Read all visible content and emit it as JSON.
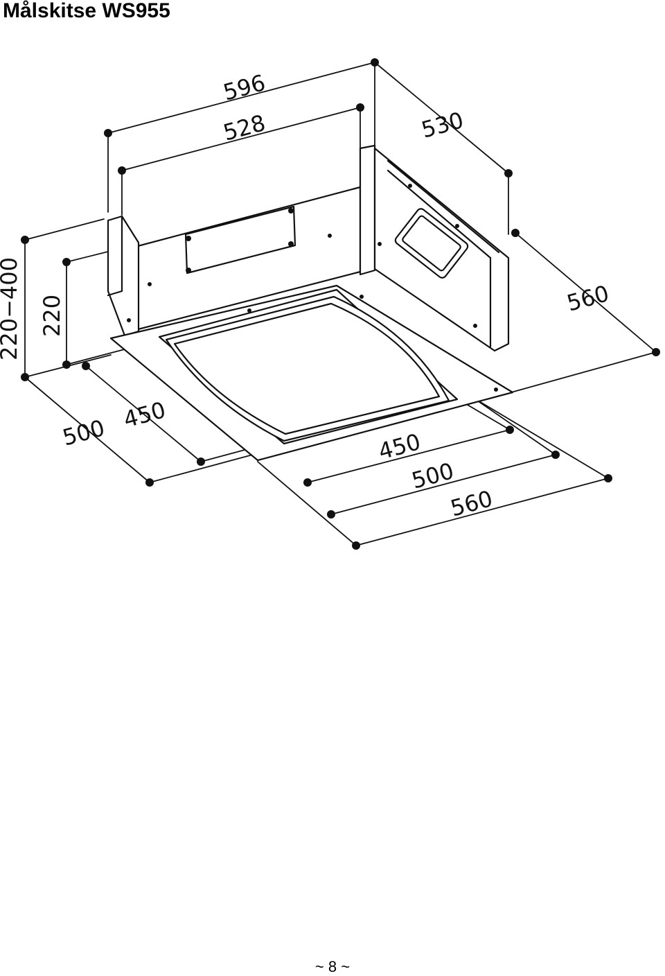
{
  "title": "Målskitse WS955",
  "dimensions": {
    "top_width_outer": "596",
    "top_width_inner": "528",
    "top_depth": "530",
    "side_depth": "560",
    "height_range": "220−400",
    "height": "220",
    "front_outer": "500",
    "front_inner": "450",
    "bottom_450": "450",
    "bottom_500": "500",
    "bottom_560": "560"
  },
  "page_number": "~ 8 ~"
}
